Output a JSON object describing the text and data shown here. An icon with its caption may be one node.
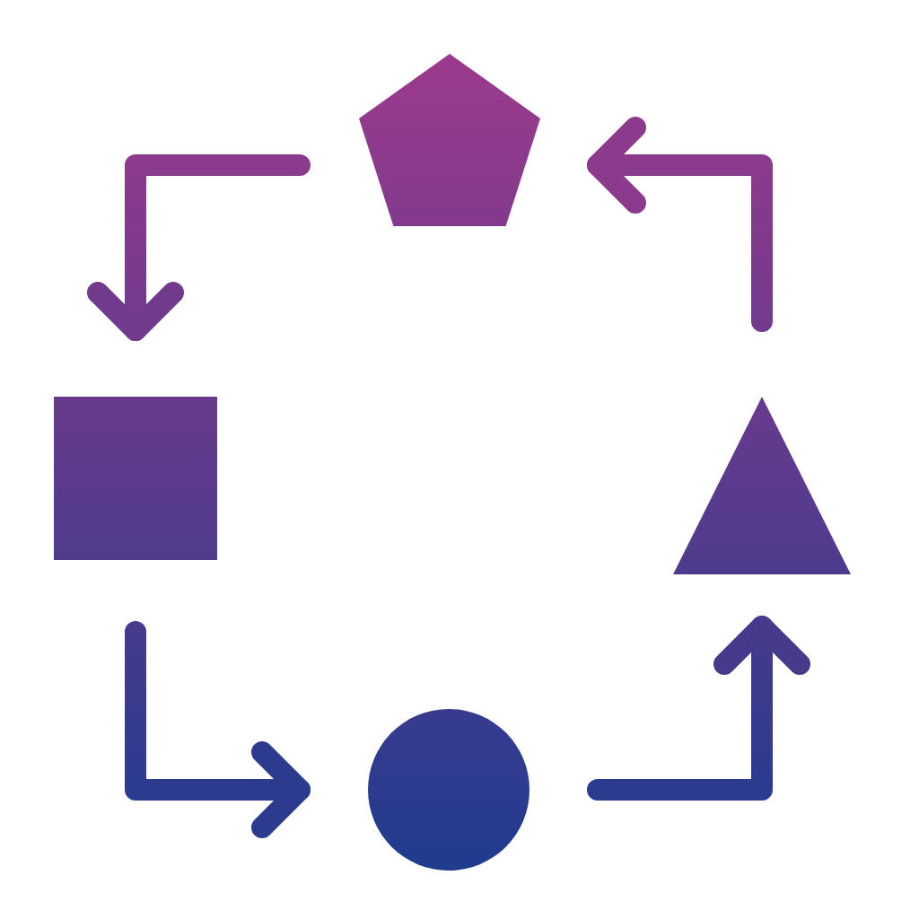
{
  "diagram": {
    "nodes": [
      {
        "text": [],
        "shape": "pentagon"
      },
      {
        "text": [],
        "shape": "square"
      },
      {
        "text": [],
        "shape": "triangle"
      },
      {
        "text": [],
        "shape": "circle"
      }
    ],
    "edges": [
      {
        "from": 0,
        "to": 1,
        "arrow": "to"
      },
      {
        "from": 1,
        "to": 3,
        "arrow": "to"
      },
      {
        "from": 3,
        "to": 2,
        "arrow": "to"
      },
      {
        "from": 2,
        "to": 0,
        "arrow": "to"
      }
    ]
  }
}
